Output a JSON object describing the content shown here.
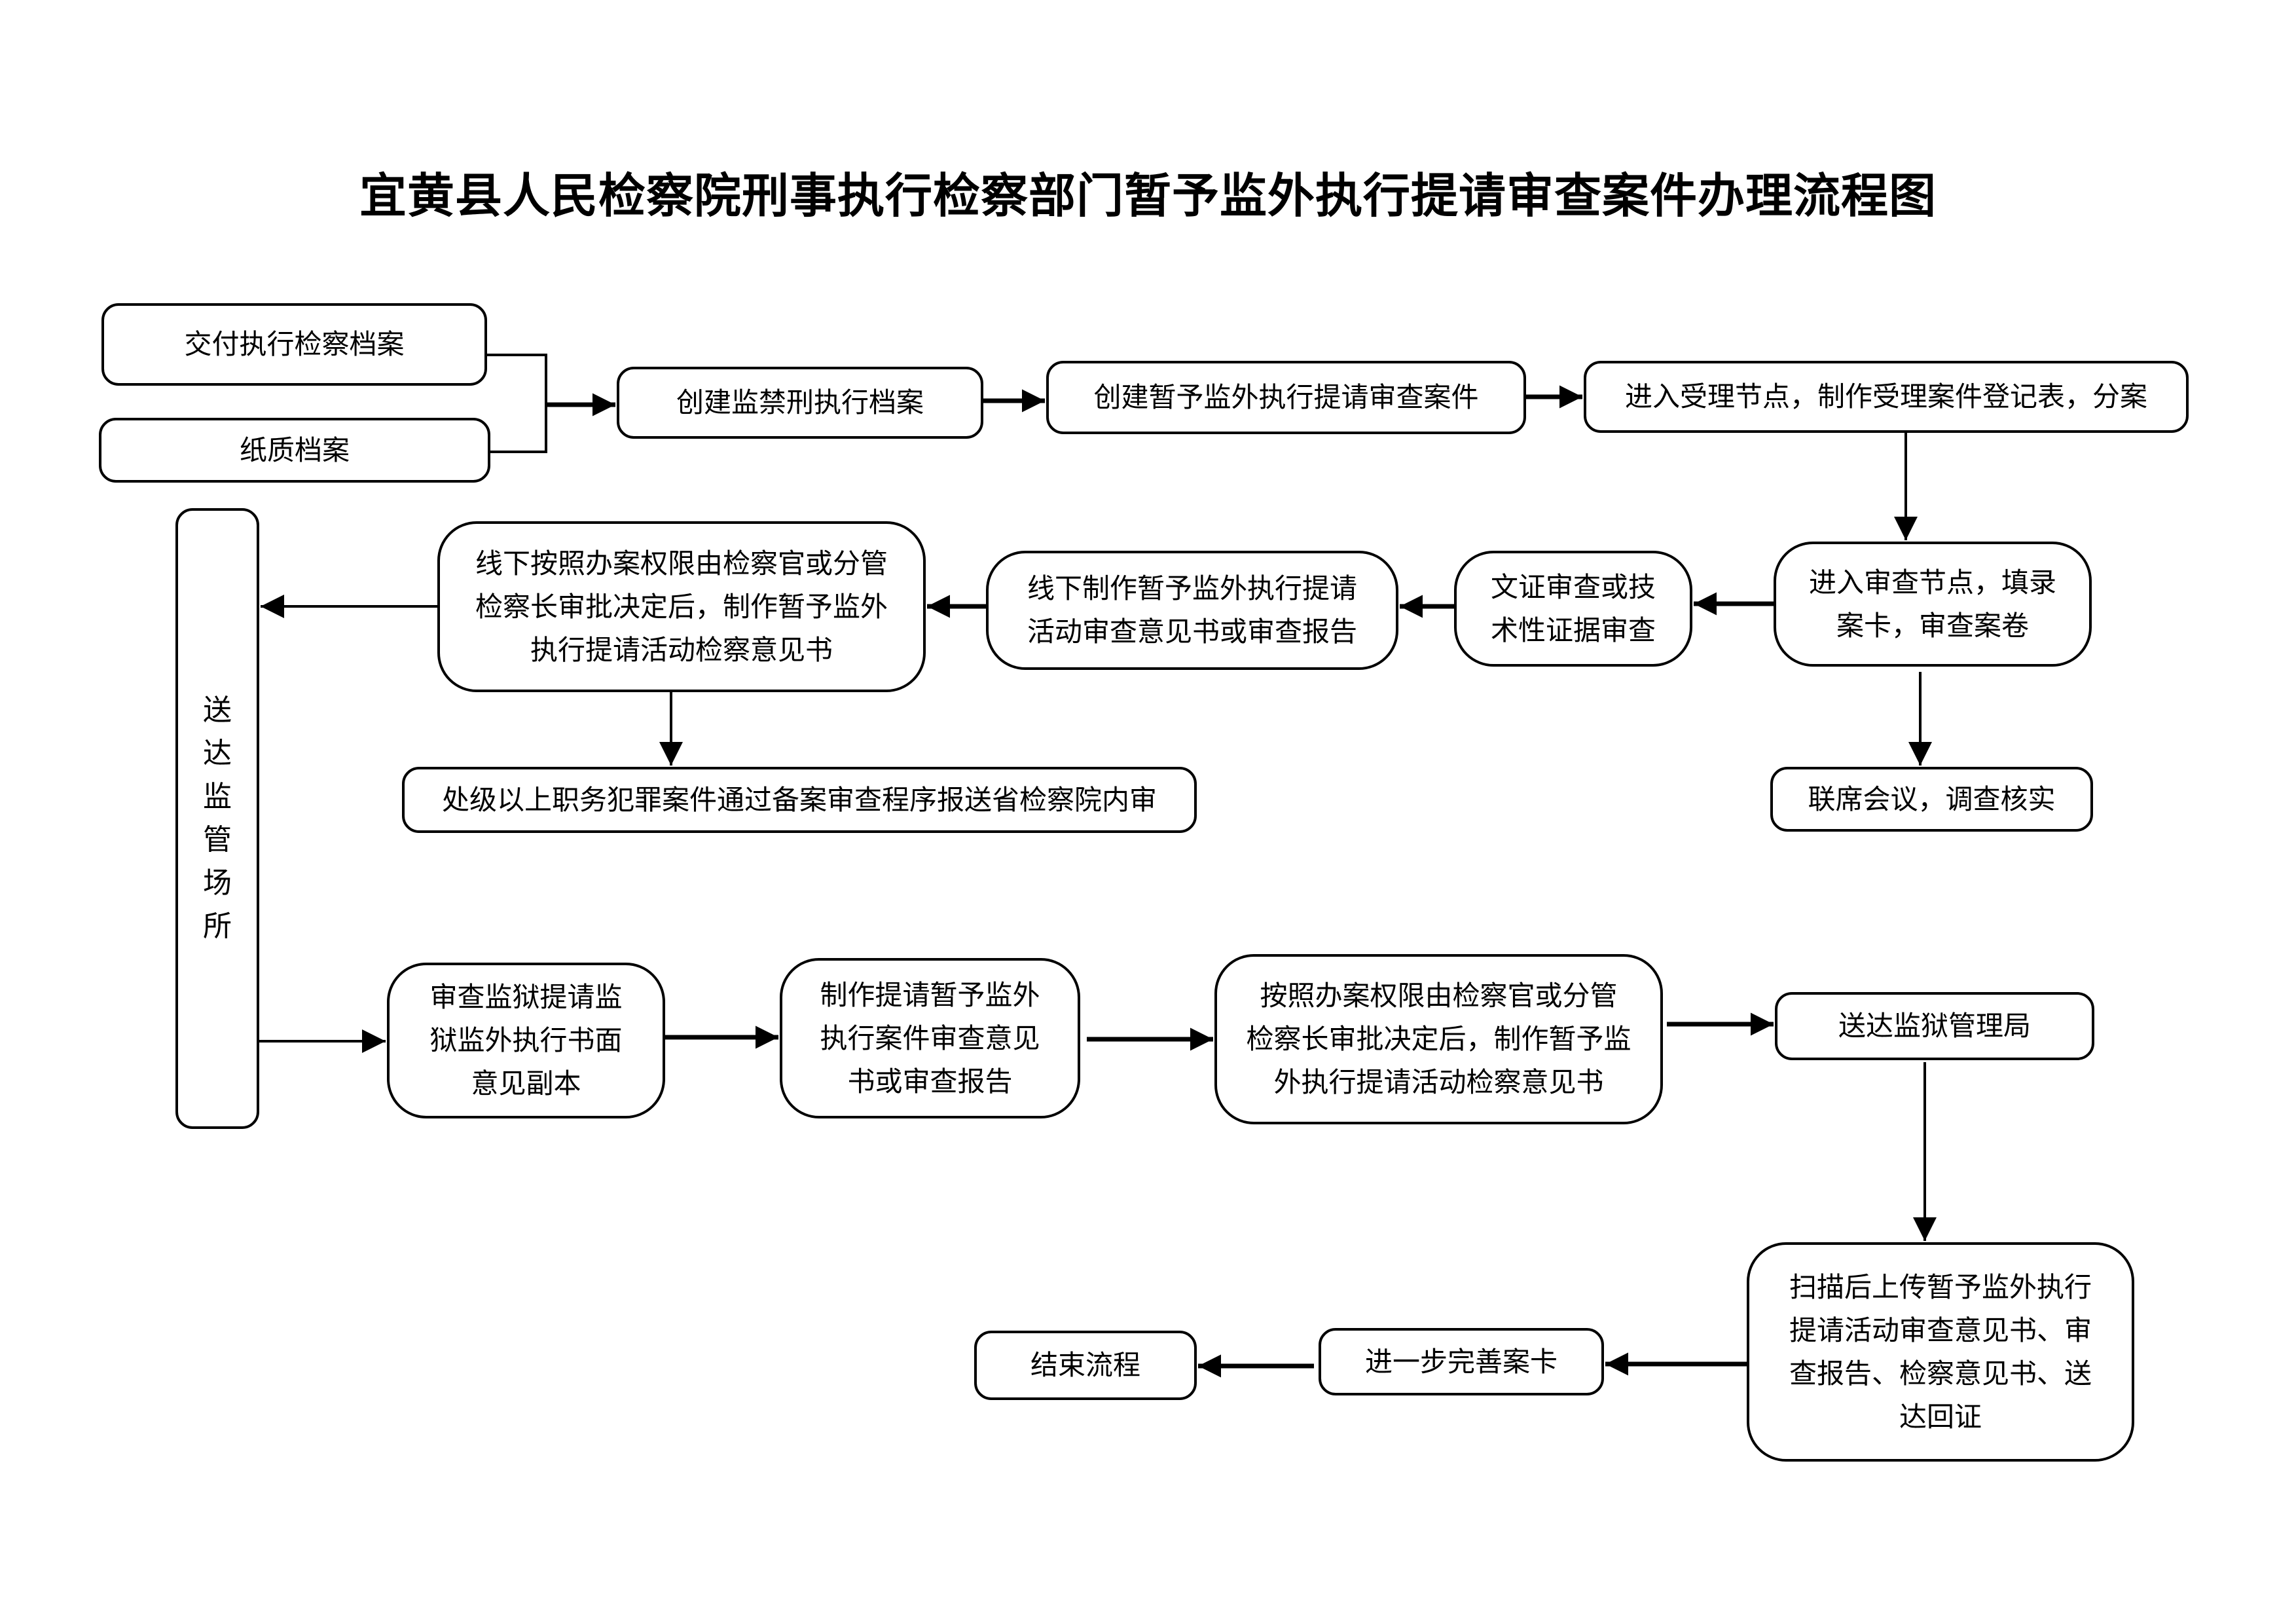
{
  "title": "宜黄县人民检察院刑事执行检察部门暂予监外执行提请审查案件办理流程图",
  "nodes": {
    "delivery_archive": "交付执行检察档案",
    "paper_archive": "纸质档案",
    "create_custody_archive": "创建监禁刑执行档案",
    "create_case": "创建暂予监外执行提请审查案件",
    "acceptance_node": "进入受理节点，制作受理案件登记表，分案",
    "review_node": "进入审查节点，填录\n案卡，审查案卷",
    "evidence_review": "文证审查或技\n术性证据审查",
    "offline_opinion": "线下制作暂予监外执行提请\n活动审查意见书或审查报告",
    "offline_approval": "线下按照办案权限由检察官或分管\n检察长审批决定后，制作暂予监外\n执行提请活动检察意见书",
    "provincial_filing": "处级以上职务犯罪案件通过备案审查程序报送省检察院内审",
    "joint_meeting": "联席会议，调查核实",
    "deliver_custody_place": [
      "送",
      "达",
      "监",
      "管",
      "场",
      "所"
    ],
    "review_prison_request": "审查监狱提请监\n狱监外执行书面\n意见副本",
    "make_review_opinion": "制作提请暂予监外\n执行案件审查意见\n书或审查报告",
    "approval_opinion": "按照办案权限由检察官或分管\n检察长审批决定后，制作暂予监\n外执行提请活动检察意见书",
    "deliver_prison_bureau": "送达监狱管理局",
    "scan_upload": "扫描后上传暂予监外执行\n提请活动审查意见书、审\n查报告、检察意见书、送\n达回证",
    "improve_case_card": "进一步完善案卡",
    "end_process": "结束流程"
  },
  "colors": {
    "stroke": "#000000",
    "background": "#ffffff"
  }
}
